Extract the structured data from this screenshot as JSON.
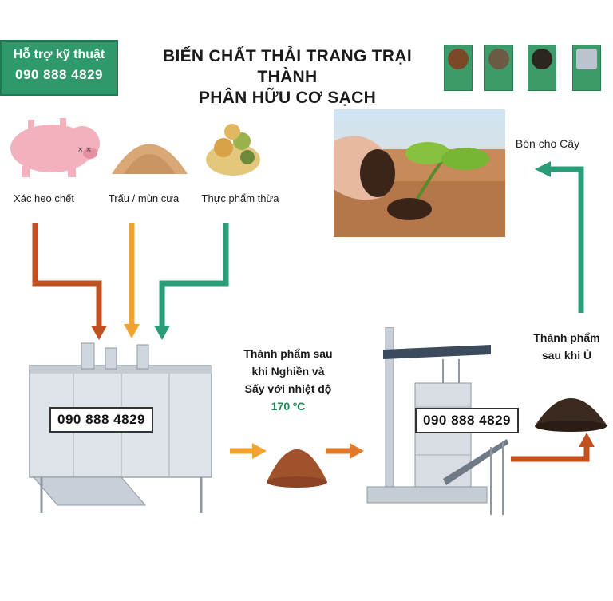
{
  "support": {
    "label": "Hỗ trợ kỹ thuật",
    "phone": "090 888 4829"
  },
  "title": {
    "line1": "BIẾN CHẤT THẢI TRANG TRẠI THÀNH",
    "line2": "PHÂN HỮU CƠ SẠCH"
  },
  "inputs": [
    {
      "label": "Xác heo chết"
    },
    {
      "label": "Trấu / mùn cưa"
    },
    {
      "label": "Thực phẩm thừa"
    }
  ],
  "plant_caption": "Bón cho Cây",
  "dry_product": {
    "line1": "Thành phẩm sau",
    "line2": "khi Nghiền và",
    "line3": "Sấy với nhiệt độ",
    "temp": "170 ºC"
  },
  "final_product": {
    "line1": "Thành phẩm",
    "line2": "sau khi Ủ"
  },
  "machine1_phone": "090 888 4829",
  "machine2_phone": "090 888 4829",
  "colors": {
    "brand_green": "#2e9a6b",
    "arrow_orange_dark": "#c0501f",
    "arrow_orange": "#f2a230",
    "arrow_teal": "#2a9d78",
    "arrow_orange_mid": "#e07a2a"
  }
}
